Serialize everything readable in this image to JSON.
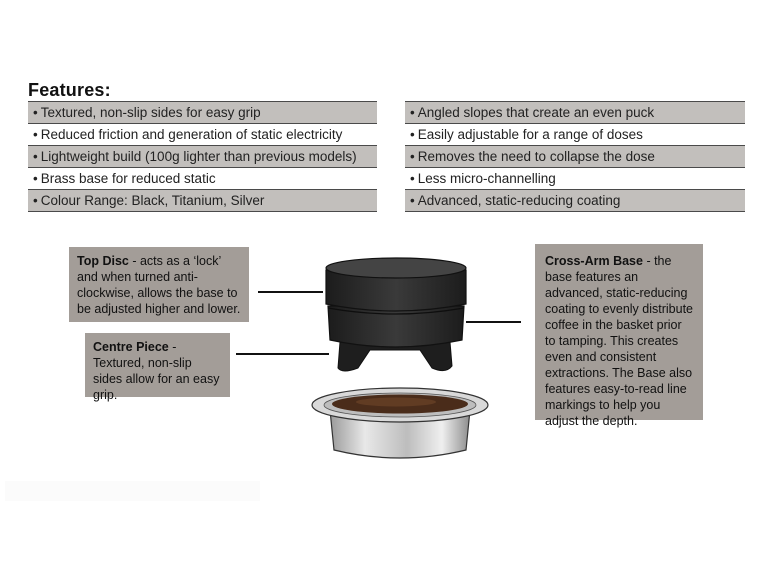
{
  "features": {
    "title": "Features:",
    "bullet": "•",
    "left": [
      "Textured, non-slip sides for easy grip",
      "Reduced friction and generation of static electricity",
      "Lightweight build (100g lighter than previous models)",
      "Brass base for reduced static",
      "Colour Range: Black, Titanium, Silver"
    ],
    "right": [
      "Angled slopes that create an even puck",
      "Easily adjustable for a range of doses",
      "Removes the need to collapse the dose",
      "Less micro-channelling",
      "Advanced, static-reducing coating"
    ]
  },
  "callouts": {
    "top_disc": {
      "heading": "Top Disc",
      "text": " - acts as a ‘lock’ and when turned anti-clockwise, allows the base to be adjusted higher and lower."
    },
    "centre_piece": {
      "heading": "Centre Piece",
      "text": " - Textured, non-slip sides allow for an easy grip."
    },
    "cross_arm": {
      "heading": "Cross-Arm Base",
      "text": " - the base features an advanced, static-reducing coating to evenly distribute coffee in the basket prior to tamping. This creates even and consistent extractions. The Base also features easy-to-read line markings to help you adjust the depth."
    }
  },
  "colors": {
    "row_shade": "#c2bfbc",
    "callout_bg": "#a39d98",
    "disc_dark": "#2b2b2b",
    "coffee": "#4a2c1a"
  }
}
